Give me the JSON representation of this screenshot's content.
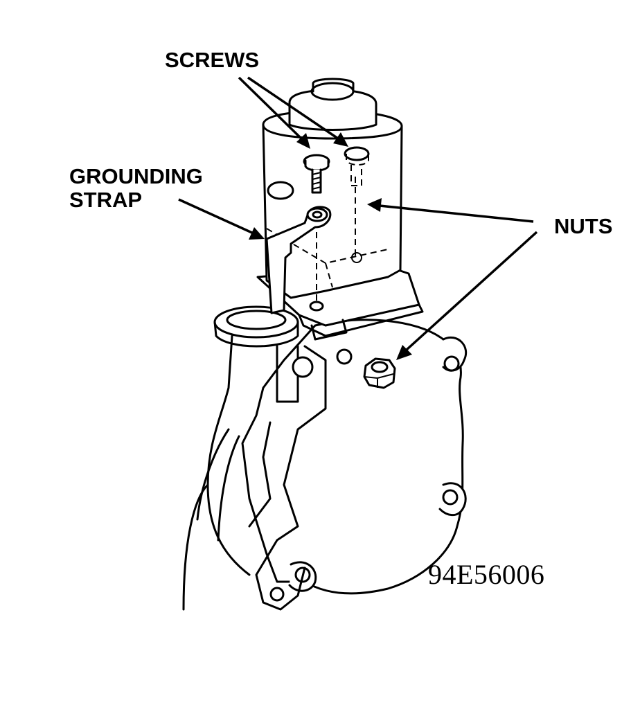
{
  "labels": {
    "screws": "SCREWS",
    "grounding_strap_line1": "GROUNDING",
    "grounding_strap_line2": "STRAP",
    "nuts": "NUTS",
    "figure_number": "94E56006"
  }
}
